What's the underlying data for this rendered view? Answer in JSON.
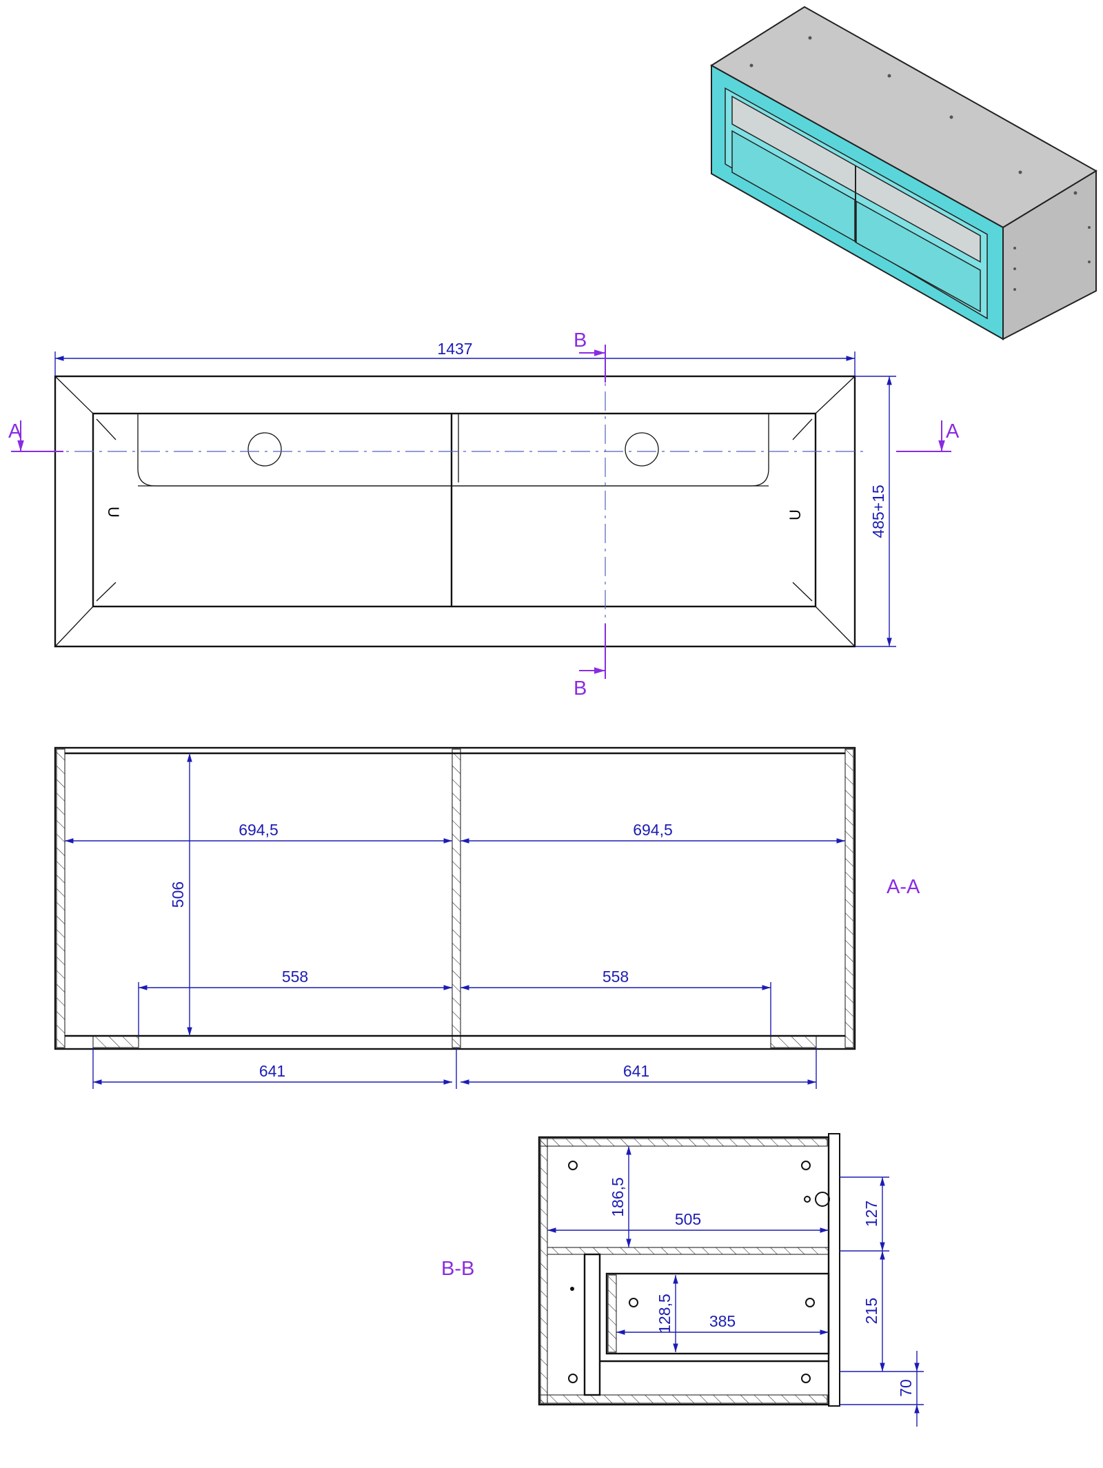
{
  "colors": {
    "dimension": "#1c1cb4",
    "section_label": "#8a2be2",
    "outline": "#111111",
    "iso_teal": "#5ad6da",
    "iso_gray": "#c8c8c8"
  },
  "plan_view": {
    "width_dim": "1437",
    "depth_dim": "485+15",
    "section_a_left": "A",
    "section_a_right": "A",
    "section_b_top": "B",
    "section_b_bottom": "B"
  },
  "section_aa": {
    "title": "A-A",
    "inner_width_left": "694,5",
    "inner_width_right": "694,5",
    "height": "506",
    "drawer_left": "558",
    "drawer_right": "558",
    "bottom_left": "641",
    "bottom_right": "641"
  },
  "section_bb": {
    "title": "B-B",
    "upper_height": "186,5",
    "inner_depth": "505",
    "front_127": "127",
    "front_215": "215",
    "front_70": "70",
    "drawer_height": "128,5",
    "drawer_depth": "385"
  }
}
